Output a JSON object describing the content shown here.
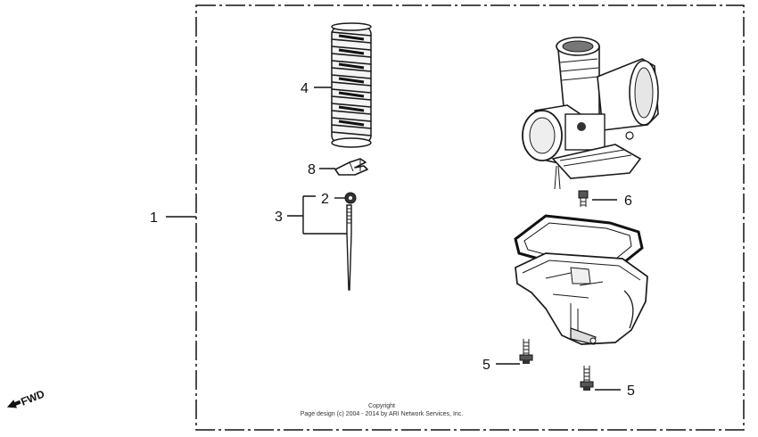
{
  "callouts": {
    "c1": "1",
    "c2": "2",
    "c3": "3",
    "c4": "4",
    "c5a": "5",
    "c5b": "5",
    "c6": "6",
    "c8": "8"
  },
  "fwd_indicator": {
    "label": "FWD",
    "icon": "arrow-left-icon"
  },
  "copyright": {
    "line1": "Copyright",
    "line2": "Page design (c) 2004 - 2014 by ARI Network Services, Inc."
  }
}
